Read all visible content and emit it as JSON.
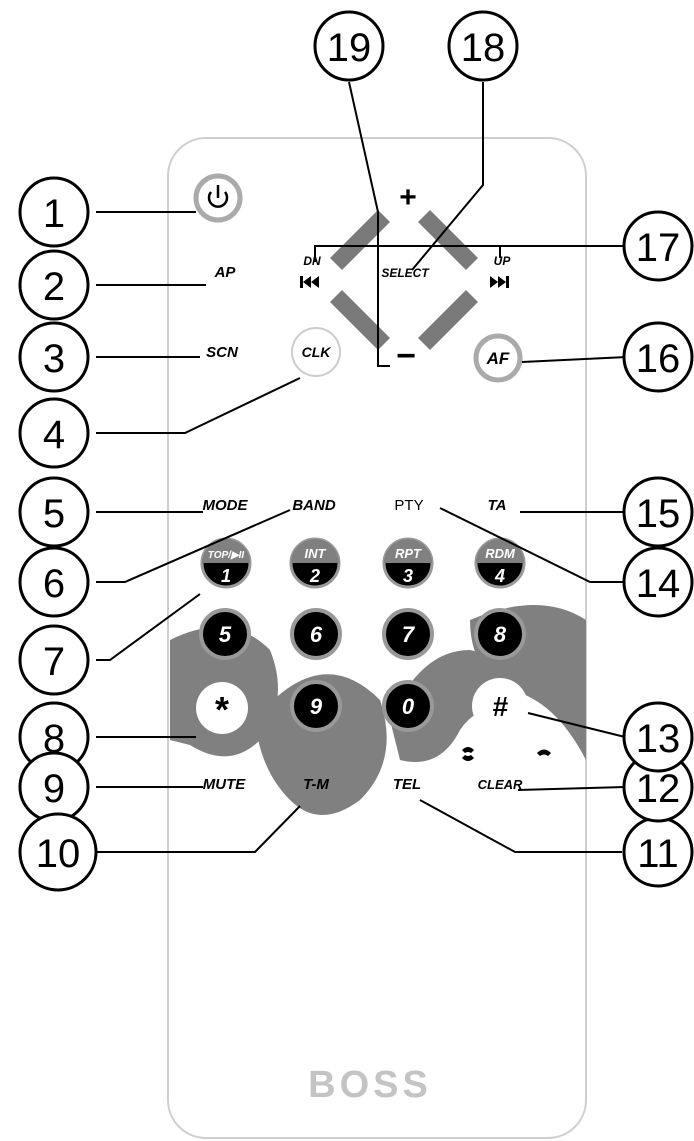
{
  "remote": {
    "brand": "BOSS",
    "power_icon": "power-icon",
    "labels": {
      "ap": "AP",
      "scn": "SCN",
      "dn": "DN",
      "up": "UP",
      "select": "SELECT",
      "plus": "+",
      "minus": "−",
      "clk": "CLK",
      "af": "AF",
      "mode": "MODE",
      "band": "BAND",
      "pty": "PTY",
      "ta": "TA",
      "mute": "MUTE",
      "tm": "T-M",
      "tel": "TEL",
      "clear": "CLEAR",
      "star": "*",
      "hash": "#"
    },
    "keypad_top": [
      {
        "top": "TOP/▶II",
        "num": "1"
      },
      {
        "top": "INT",
        "num": "2"
      },
      {
        "top": "RPT",
        "num": "3"
      },
      {
        "top": "RDM",
        "num": "4"
      }
    ],
    "keypad": [
      "5",
      "6",
      "7",
      "8",
      "9",
      "0"
    ],
    "icons": [
      "prev-track-icon",
      "next-track-icon",
      "phone-pickup-icon",
      "phone-hangup-icon"
    ]
  },
  "callouts": [
    "1",
    "2",
    "3",
    "4",
    "5",
    "6",
    "7",
    "8",
    "9",
    "10",
    "11",
    "12",
    "13",
    "14",
    "15",
    "16",
    "17",
    "18",
    "19"
  ],
  "colors": {
    "gray": "#808080",
    "light_gray": "#b8b8b8",
    "black": "#000000"
  }
}
